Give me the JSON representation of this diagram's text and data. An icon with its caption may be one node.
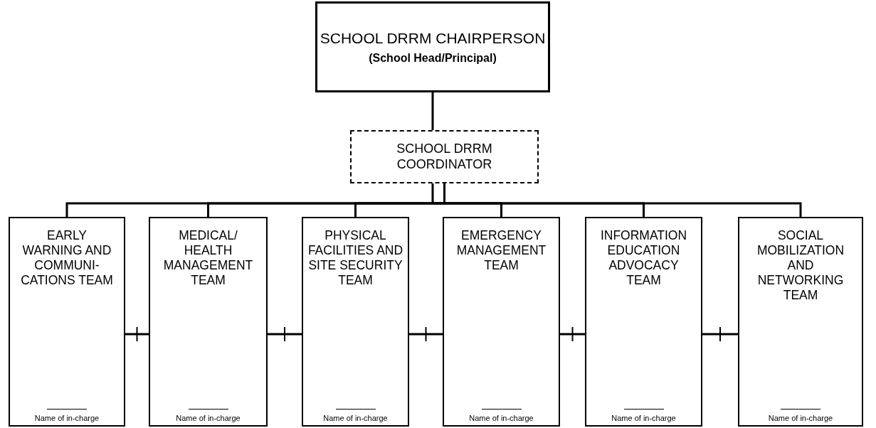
{
  "diagram": {
    "nodes": [
      {
        "text": [
          "SCHOOL DRRM CHAIRPERSON",
          "(School Head/Principal)"
        ]
      },
      {
        "text": [
          "SCHOOL DRRM COORDINATOR"
        ]
      },
      {
        "text": [
          "EARLY WARNING AND COMMUNI- CATIONS TEAM",
          "Name of in-charge"
        ]
      },
      {
        "text": [
          "MEDICAL/ HEALTH MANAGEMENT TEAM",
          "Name of in-charge"
        ]
      },
      {
        "text": [
          "PHYSICAL FACILITIES AND SITE SECURITY TEAM",
          "Name of in-charge"
        ]
      },
      {
        "text": [
          "EMERGENCY MANAGEMENT TEAM",
          "Name of in-charge"
        ]
      },
      {
        "text": [
          "INFORMATION EDUCATION ADVOCACY TEAM",
          "Name of in-charge"
        ]
      },
      {
        "text": [
          "SOCIAL MOBILIZATION AND NETWORKING TEAM",
          "Name of in-charge"
        ]
      }
    ],
    "edges": [
      {
        "from": 0,
        "to": 1,
        "arrow": "none"
      },
      {
        "from": 1,
        "to": 2,
        "arrow": "none"
      },
      {
        "from": 1,
        "to": 3,
        "arrow": "none"
      },
      {
        "from": 1,
        "to": 4,
        "arrow": "none"
      },
      {
        "from": 1,
        "to": 5,
        "arrow": "none"
      },
      {
        "from": 1,
        "to": 6,
        "arrow": "none"
      },
      {
        "from": 1,
        "to": 7,
        "arrow": "none"
      },
      {
        "from": 2,
        "to": 3,
        "arrow": "none"
      },
      {
        "from": 3,
        "to": 4,
        "arrow": "none"
      },
      {
        "from": 4,
        "to": 5,
        "arrow": "none"
      },
      {
        "from": 5,
        "to": 6,
        "arrow": "none"
      },
      {
        "from": 6,
        "to": 7,
        "arrow": "none"
      }
    ]
  }
}
